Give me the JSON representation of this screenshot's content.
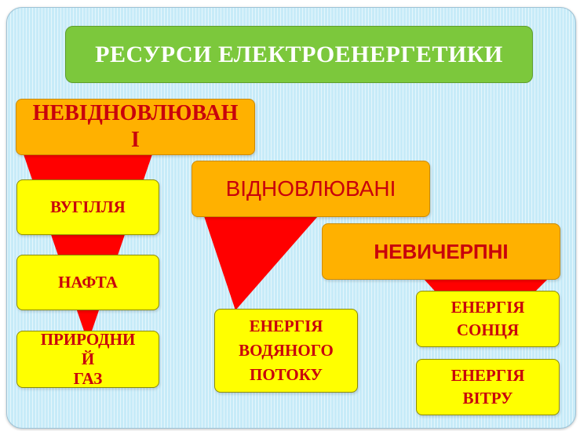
{
  "title": "РЕСУРСИ  ЕЛЕКТРОЕНЕРГЕТИКИ",
  "categories": {
    "nonrenewable": {
      "label": "НЕВІДНОВЛЮВАН\nІ",
      "items": [
        "ВУГІЛЛЯ",
        "НАФТА",
        "ПРИРОДНИ\nЙ\nГАЗ"
      ]
    },
    "renewable": {
      "label": "ВІДНОВЛЮВАНІ",
      "items": [
        "ЕНЕРГІЯ\nВОДЯНОГО\nПОТОКУ"
      ]
    },
    "inexhaustible": {
      "label": "НЕВИЧЕРПНІ",
      "items": [
        "ЕНЕРГІЯ\nСОНЦЯ",
        "ЕНЕРГІЯ\nВІТРУ"
      ]
    }
  },
  "colors": {
    "title_bg": "#7cc83c",
    "category_bg": "#ffb100",
    "item_bg": "#ffff00",
    "funnel": "#ff0000",
    "text": "#c8000c",
    "background": "#c7ebf8"
  }
}
